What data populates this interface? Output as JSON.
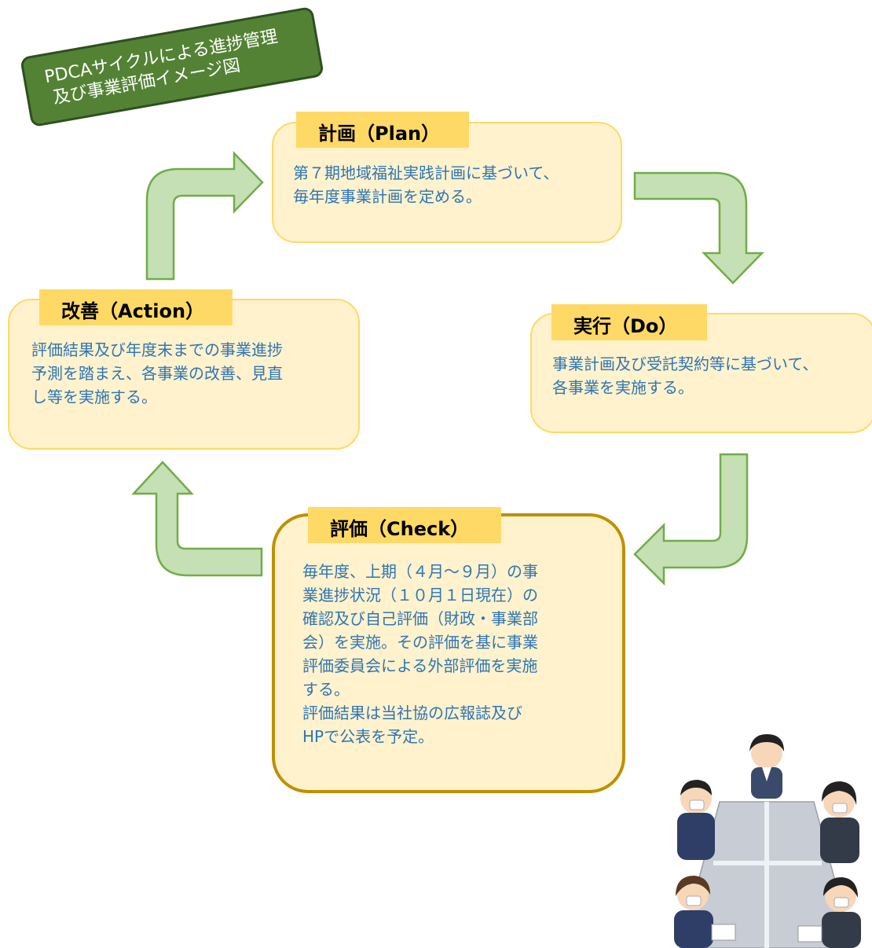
{
  "title": {
    "line1": "PDCAサイクルによる進捗管理",
    "line2": "及び事業評価イメージ図",
    "color": "#548235"
  },
  "plan": {
    "heading": "計画（Plan）",
    "body": "第７期地域福祉実践計画に基づいて、\n毎年度事業計画を定める。"
  },
  "do": {
    "heading": "実行（Do）",
    "body": "事業計画及び受託契約等に基づいて、\n各事業を実施する。"
  },
  "check": {
    "heading": "評価（Check）",
    "body": "毎年度、上期（４月～９月）の事\n業進捗状況（１０月１日現在）の\n確認及び自己評価（財政・事業部\n会）を実施。その評価を基に事業\n評価委員会による外部評価を実施\nする。\n評価結果は当社協の広報誌及び\nHPで公表を予定。"
  },
  "action": {
    "heading": "改善（Action）",
    "body": "評価結果及び年度末までの事業進捗\n予測を踏まえ、各事業の改善、見直\nし等を実施する。"
  },
  "colors": {
    "box_fill": "#fff2cc",
    "box_border": "#ffd966",
    "check_border": "#bf9000",
    "body_text": "#2e75b6",
    "arrow_fill": "#c5e0b4",
    "arrow_stroke": "#70ad47"
  },
  "illustration": "meeting-people-with-masks-illustration"
}
